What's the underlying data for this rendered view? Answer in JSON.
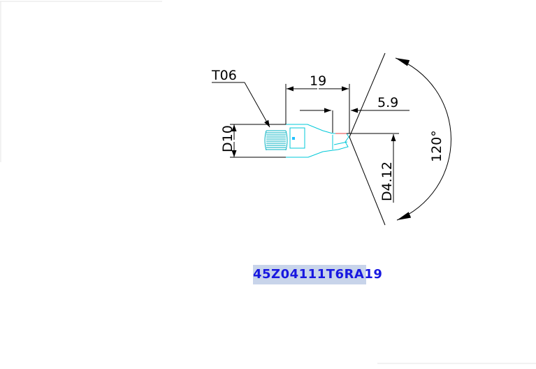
{
  "drawing": {
    "tool_label": "T06",
    "shank_diameter": "D10",
    "length": "19",
    "offset": "5.9",
    "tip_diameter": "D4.12",
    "angle": "120°",
    "part_code": "45Z04111T6RA19"
  },
  "colors": {
    "line": "#000000",
    "tool_outline": "#00c8d8",
    "thread": "#00b0c0",
    "tip_accent": "#e04040",
    "code_bg": "#c8d4ea",
    "code_text": "#1818e0"
  }
}
